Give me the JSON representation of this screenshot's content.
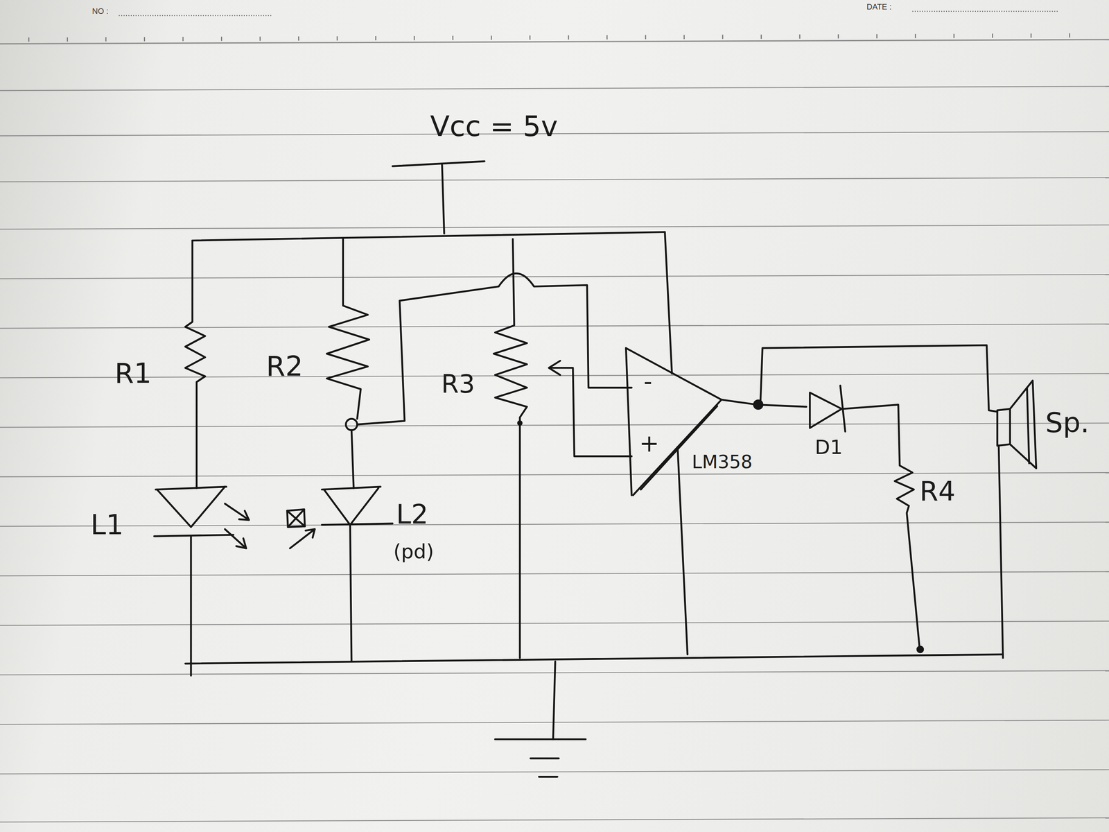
{
  "diagram": {
    "labels": [
      "NO :",
      "DATE :",
      "Vcc = 5v",
      "R1",
      "R2",
      "R3",
      "-",
      "+",
      "LM358",
      "D1",
      "R4",
      "Sp.",
      "L1",
      "L2",
      "(pd)"
    ]
  }
}
